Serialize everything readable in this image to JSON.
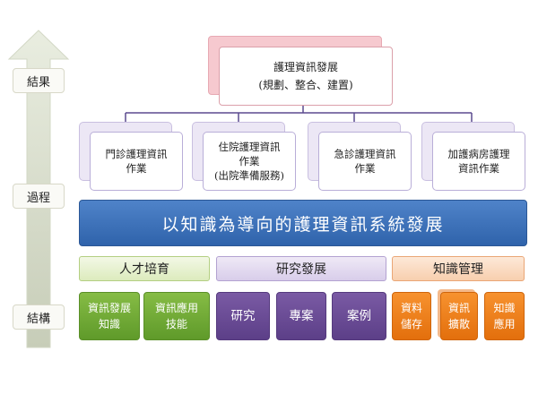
{
  "side_labels": {
    "result": "結果",
    "process": "過程",
    "structure": "結構"
  },
  "goal": {
    "title": "護理資訊發展",
    "subtitle": "(規劃、整合、建置)"
  },
  "processes": [
    {
      "line1": "門診護理資訊",
      "line2": "作業",
      "line3": ""
    },
    {
      "line1": "住院護理資訊",
      "line2": "作業",
      "line3": "(出院準備服務)"
    },
    {
      "line1": "急診護理資訊",
      "line2": "作業",
      "line3": ""
    },
    {
      "line1": "加護病房護理",
      "line2": "資訊作業",
      "line3": ""
    }
  ],
  "banner": "以知識為導向的護理資訊系統發展",
  "categories": [
    {
      "label": "人才培育",
      "color": "#8dc44f",
      "items": [
        {
          "line1": "資訊發展",
          "line2": "知識"
        },
        {
          "line1": "資訊應用",
          "line2": "技能"
        }
      ]
    },
    {
      "label": "研究發展",
      "color": "#6a4c96",
      "items": [
        {
          "line1": "研究"
        },
        {
          "line1": "專案"
        },
        {
          "line1": "案例"
        }
      ]
    },
    {
      "label": "知識管理",
      "color": "#f0801f",
      "items": [
        {
          "line1": "資料",
          "line2": "儲存"
        },
        {
          "line1": "資訊",
          "line2": "擴散"
        },
        {
          "line1": "知識",
          "line2": "應用"
        }
      ]
    }
  ],
  "colors": {
    "banner": "#3a6db6",
    "connector": "#5b4a8f",
    "goal_accent": "#f6c9cf"
  }
}
